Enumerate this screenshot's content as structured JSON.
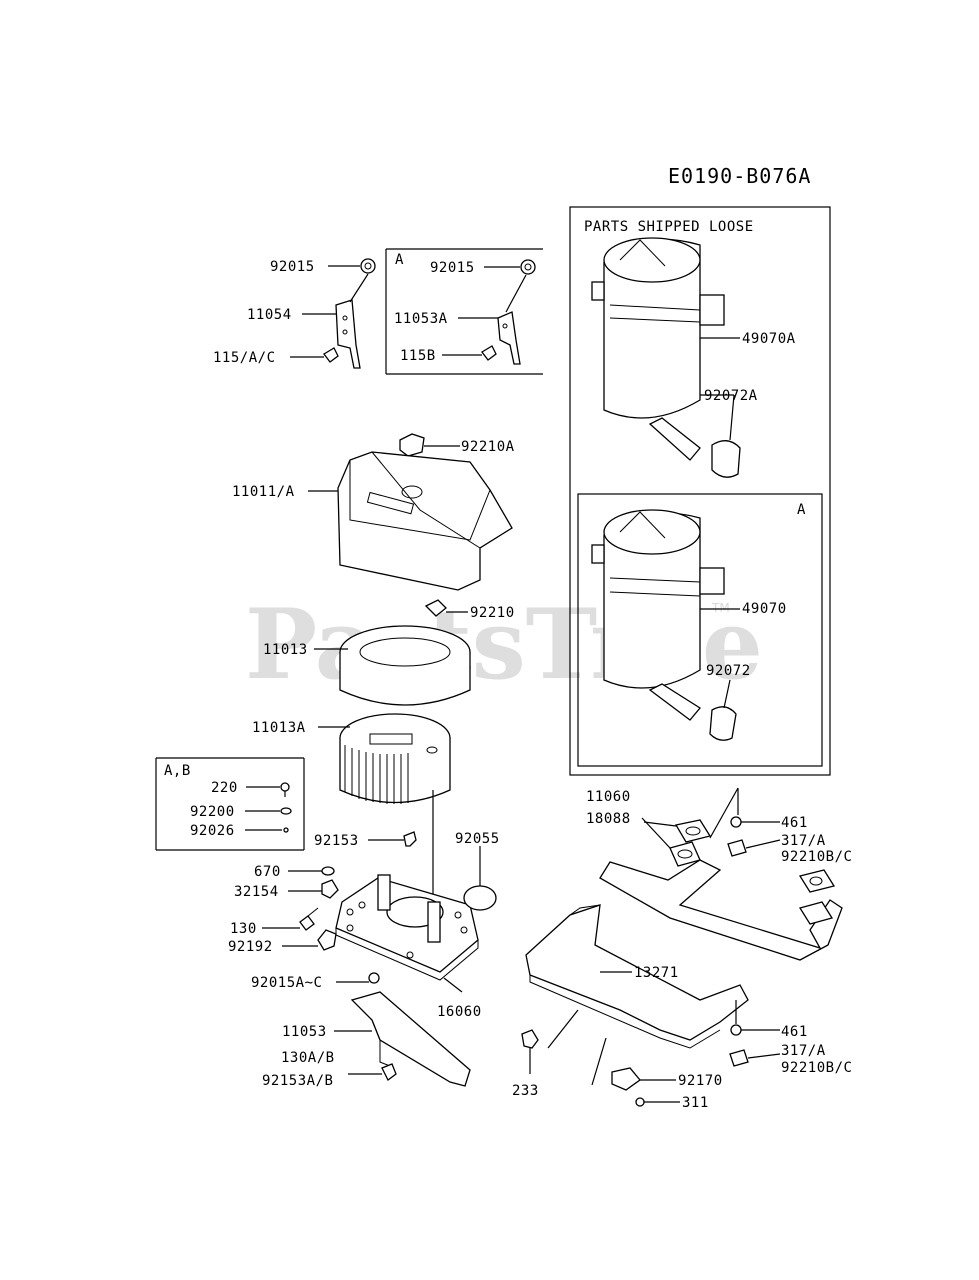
{
  "diagram_code": "E0190-B076A",
  "watermark": "PartsTree",
  "watermark_tm": "TM",
  "inset_top_label": "A",
  "loose_box_title": "PARTS SHIPPED LOOSE",
  "loose_inner_label": "A",
  "kit_box_label": "A,B",
  "parts": {
    "p92015_l": "92015",
    "p11054": "11054",
    "p115ac": "115/A/C",
    "p92015_r": "92015",
    "p11053a": "11053A",
    "p115b": "115B",
    "p92210a": "92210A",
    "p11011a": "11011/A",
    "p92210": "92210",
    "p11013": "11013",
    "p11013a": "11013A",
    "p220": "220",
    "p92200": "92200",
    "p92026": "92026",
    "p92153": "92153",
    "p92055": "92055",
    "p670": "670",
    "p32154": "32154",
    "p130": "130",
    "p92192": "92192",
    "p92015ac": "92015A~C",
    "p16060": "16060",
    "p11053": "11053",
    "p130ab": "130A/B",
    "p92153ab": "92153A/B",
    "p49070a": "49070A",
    "p92072a": "92072A",
    "p49070": "49070",
    "p92072": "92072",
    "p11060": "11060",
    "p18088": "18088",
    "p461_a": "461",
    "p317a_a": "317/A",
    "p92210bc_a": "92210B/C",
    "p13271": "13271",
    "p461_b": "461",
    "p317a_b": "317/A",
    "p92210bc_b": "92210B/C",
    "p233": "233",
    "p92170": "92170",
    "p311": "311"
  }
}
